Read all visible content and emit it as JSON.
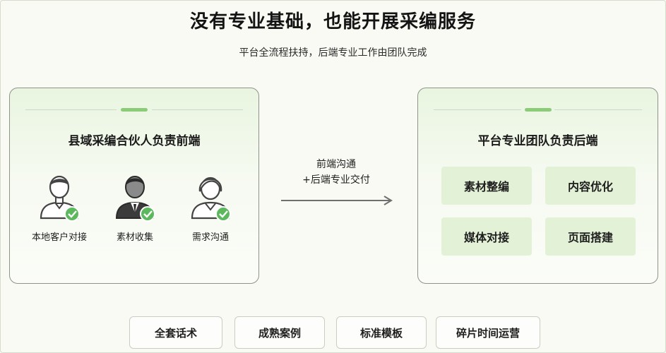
{
  "header": {
    "title": "没有专业基础，也能开展采编服务",
    "subtitle": "平台全流程扶持，后端专业工作由团队完成"
  },
  "left_panel": {
    "title": "县域采编合伙人负责前端",
    "roles": [
      {
        "label": "本地客户对接",
        "icon": "person-casual-icon"
      },
      {
        "label": "素材收集",
        "icon": "person-suit-icon"
      },
      {
        "label": "需求沟通",
        "icon": "person-hair-icon"
      }
    ]
  },
  "flow": {
    "line1": "前端沟通",
    "line2": "+后端专业交付"
  },
  "right_panel": {
    "title": "平台专业团队负责后端",
    "tasks": [
      "素材整编",
      "内容优化",
      "媒体对接",
      "页面搭建"
    ]
  },
  "footer": {
    "chips": [
      "全套话术",
      "成熟案例",
      "标准模板",
      "碎片时间运营"
    ]
  },
  "colors": {
    "accent_green": "#8ccc78",
    "check_green": "#5cb85c",
    "tile_green": "#e3f1d7"
  }
}
